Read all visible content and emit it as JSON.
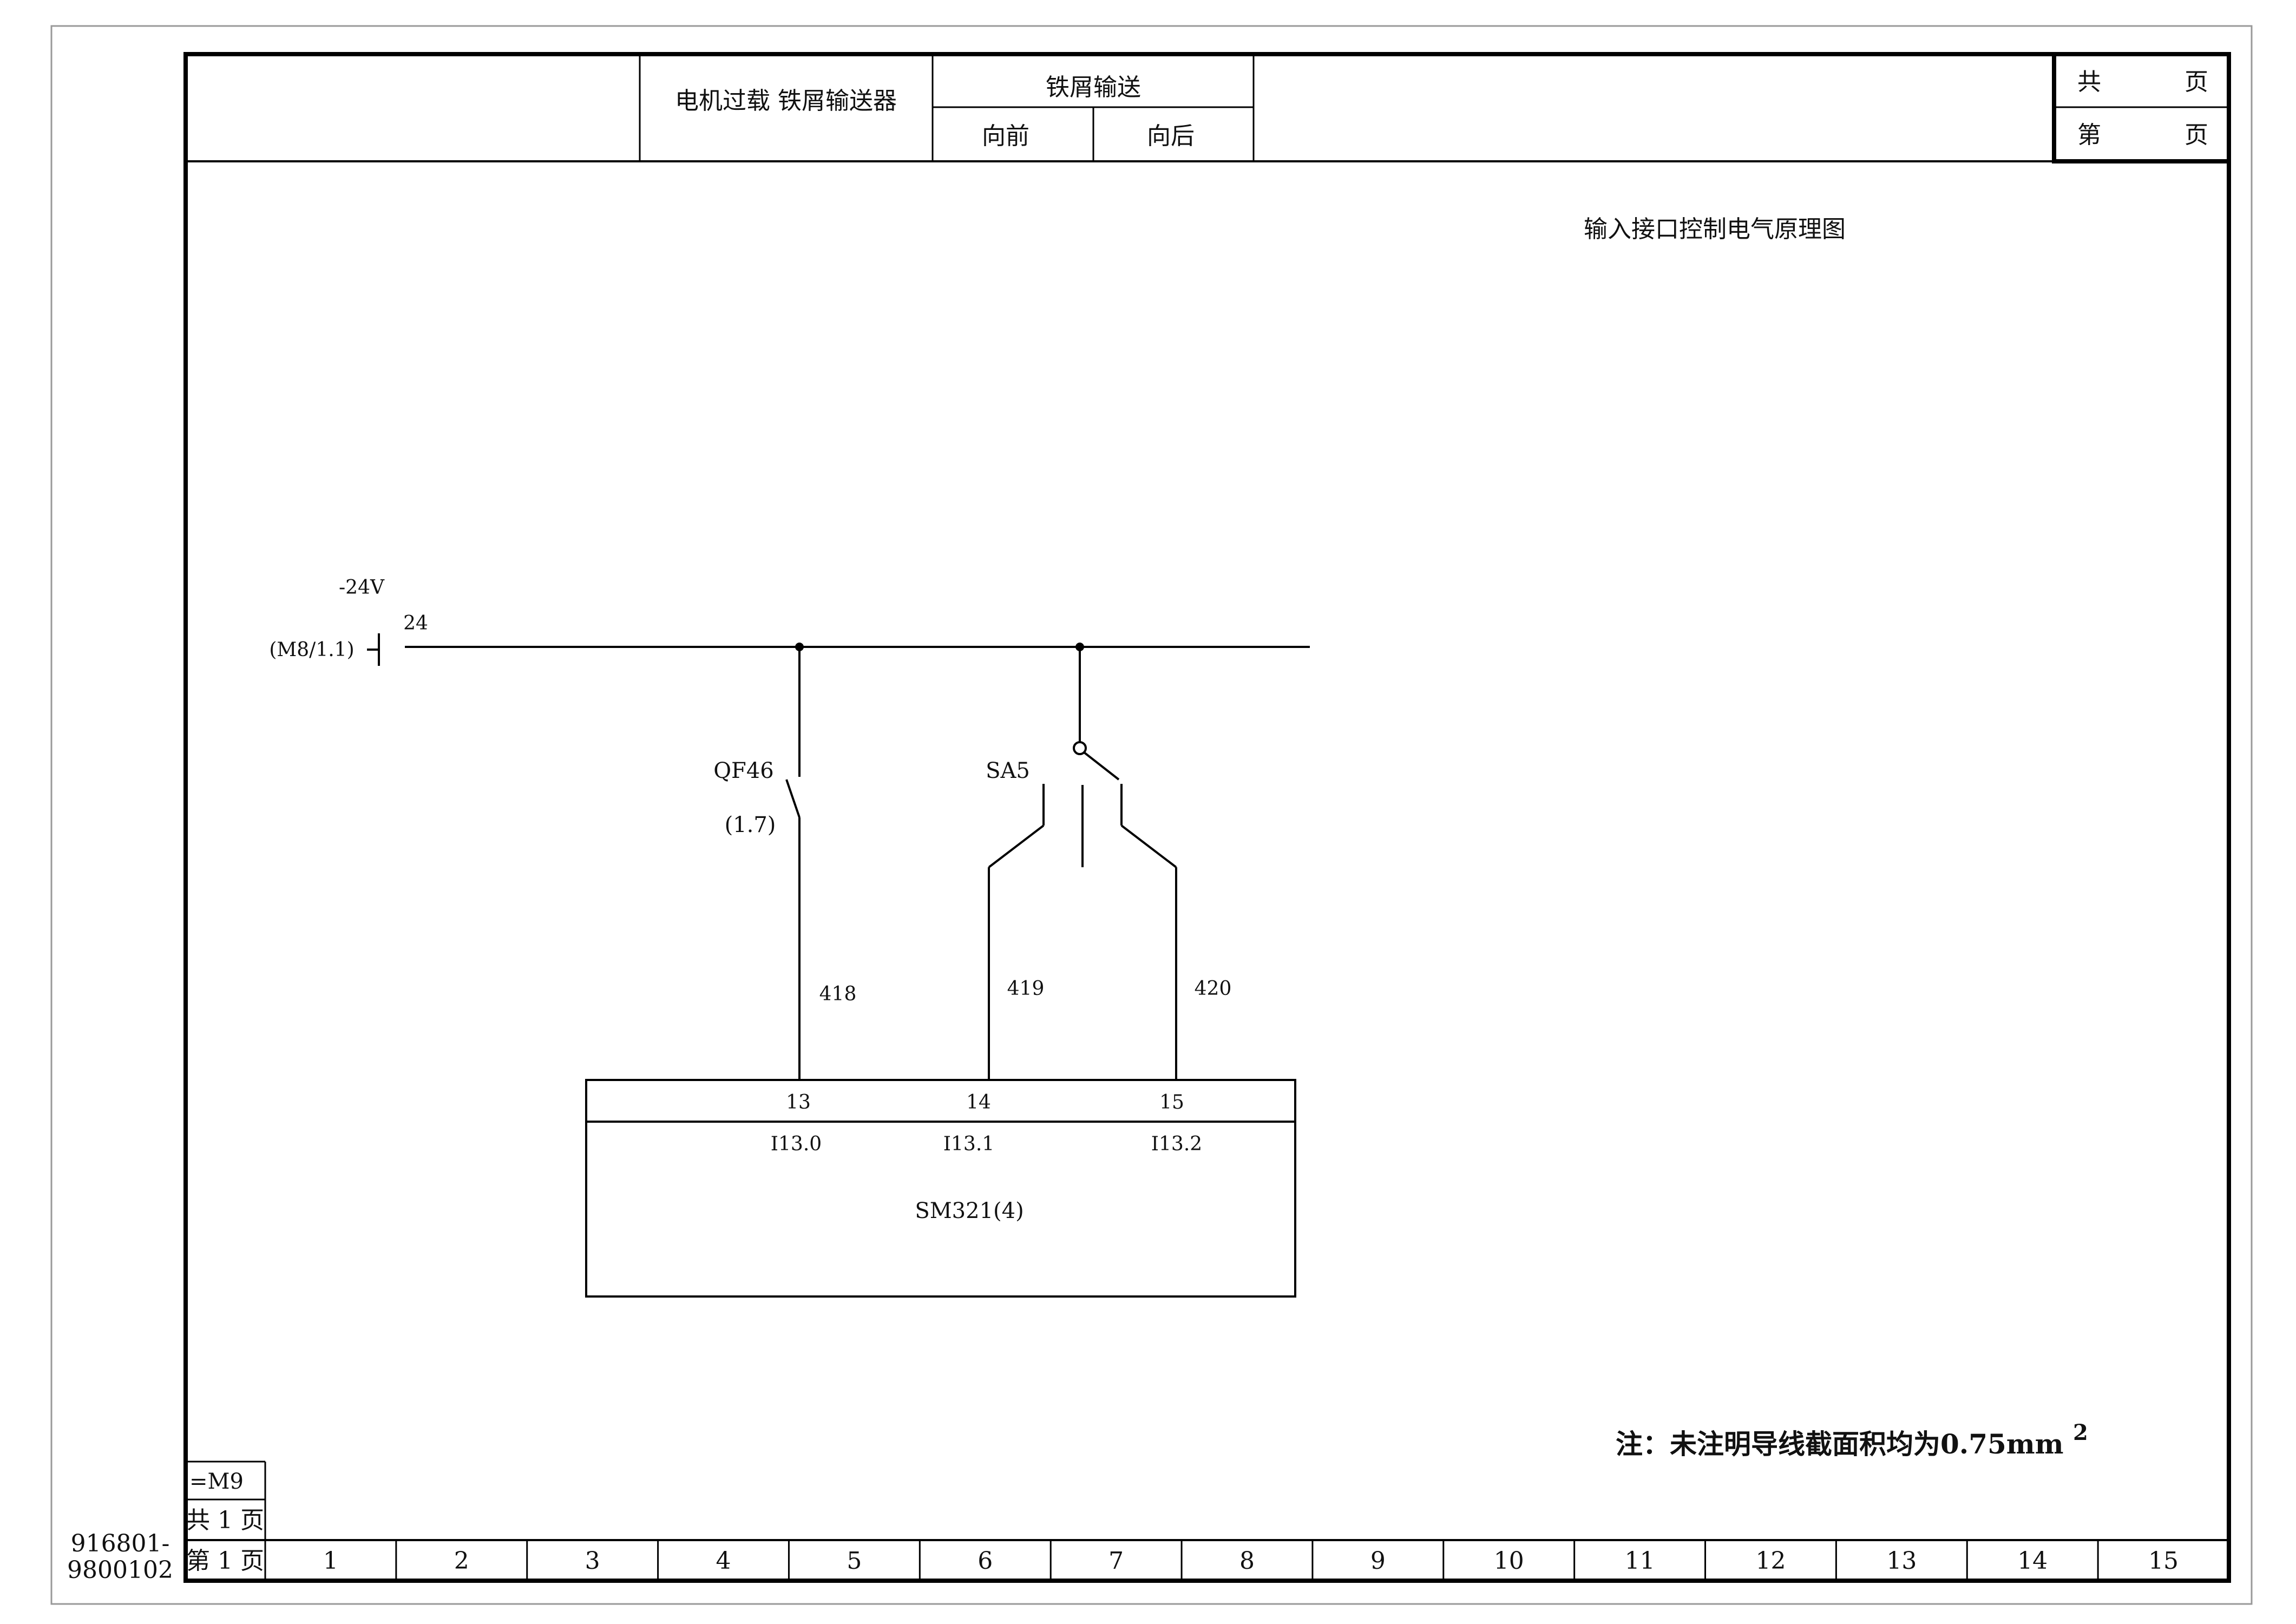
{
  "title_block": {
    "description": "电机过载 铁屑输送器",
    "group_title": "铁屑输送",
    "forward": "向前",
    "backward": "向后",
    "total_label": "共",
    "total_unit": "页",
    "page_label": "第",
    "page_unit": "页"
  },
  "drawing_title": "输入接口控制电气原理图",
  "supply": {
    "voltage": "-24V",
    "ref": "(M8/1.1)",
    "wire": "24"
  },
  "breaker": {
    "tag": "QF46",
    "ref": "(1.7)",
    "wire": "418"
  },
  "selector": {
    "tag": "SA5",
    "wire_a": "419",
    "wire_b": "420"
  },
  "module": {
    "name": "SM321(4)",
    "terminals": [
      "13",
      "14",
      "15"
    ],
    "inputs": [
      "I13.0",
      "I13.1",
      "I13.2"
    ]
  },
  "note": {
    "text": "注：未注明导线截面积均为0.75mm",
    "superscript": "2"
  },
  "corner": {
    "location": "=M9",
    "total": "共 1 页",
    "page": "第 1 页"
  },
  "drawing_number": {
    "line1": "916801-",
    "line2": "9800102"
  },
  "columns": [
    "1",
    "2",
    "3",
    "4",
    "5",
    "6",
    "7",
    "8",
    "9",
    "10",
    "11",
    "12",
    "13",
    "14",
    "15"
  ]
}
